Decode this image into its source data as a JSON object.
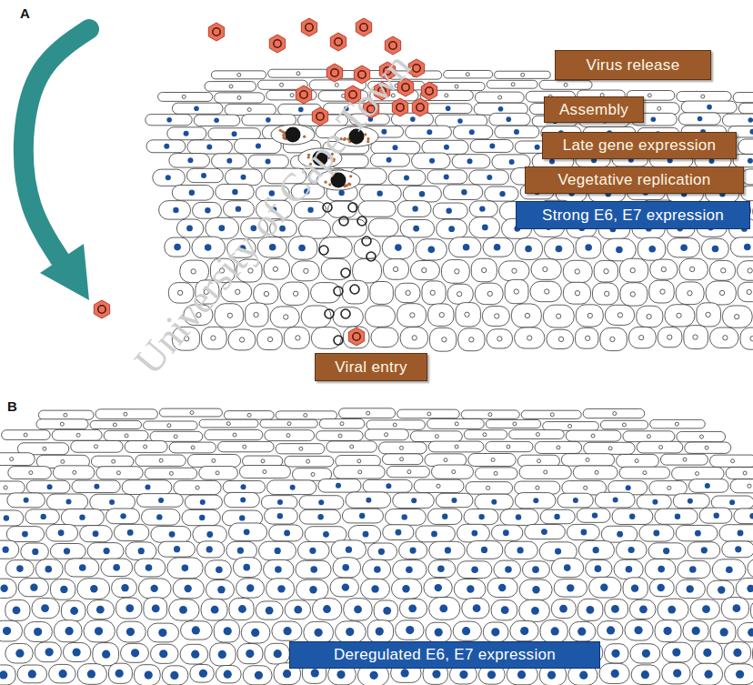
{
  "diagram": {
    "nodes": [
      {
        "text": [
          "Virus release"
        ]
      },
      {
        "text": [
          "Assembly"
        ]
      },
      {
        "text": [
          "Late gene expression"
        ]
      },
      {
        "text": [
          "Vegetative replication"
        ]
      },
      {
        "text": [
          "Strong E6, E7 expression"
        ]
      },
      {
        "text": [
          "Viral entry"
        ]
      },
      {
        "text": [
          "Deregulated E6, E7 expression"
        ]
      }
    ],
    "labels": [
      "A",
      "B",
      "University of Cape Town"
    ]
  }
}
